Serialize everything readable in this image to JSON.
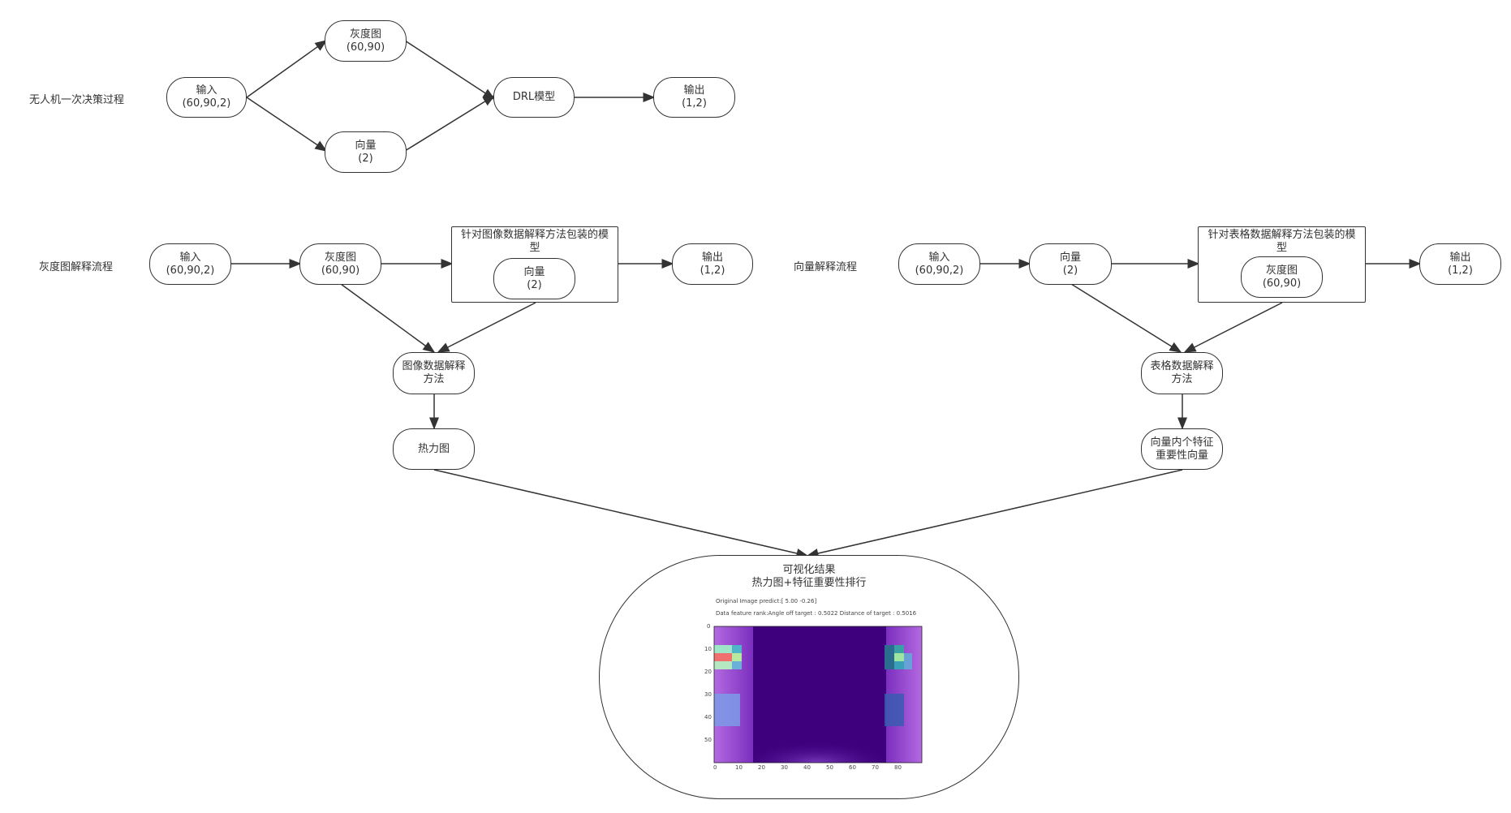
{
  "row1": {
    "label": "无人机一次决策过程",
    "input": {
      "line1": "输入",
      "line2": "(60,90,2)"
    },
    "gray": {
      "line1": "灰度图",
      "line2": "(60,90)"
    },
    "vector": {
      "line1": "向量",
      "line2": "(2)"
    },
    "model": "DRL模型",
    "output": {
      "line1": "输出",
      "line2": "(1,2)"
    }
  },
  "row2_left": {
    "label": "灰度图解释流程",
    "input": {
      "line1": "输入",
      "line2": "(60,90,2)"
    },
    "gray": {
      "line1": "灰度图",
      "line2": "(60,90)"
    },
    "wrapper": {
      "line1": "针对图像数据解释方法包装的模",
      "line2": "型"
    },
    "inner": {
      "line1": "向量",
      "line2": "(2)"
    },
    "output": {
      "line1": "输出",
      "line2": "(1,2)"
    },
    "method": {
      "line1": "图像数据解释",
      "line2": "方法"
    },
    "result": "热力图"
  },
  "row2_right": {
    "label": "向量解释流程",
    "input": {
      "line1": "输入",
      "line2": "(60,90,2)"
    },
    "vector": {
      "line1": "向量",
      "line2": "(2)"
    },
    "wrapper": {
      "line1": "针对表格数据解释方法包装的模",
      "line2": "型"
    },
    "inner": {
      "line1": "灰度图",
      "line2": "(60,90)"
    },
    "output": {
      "line1": "输出",
      "line2": "(1,2)"
    },
    "method": {
      "line1": "表格数据解释",
      "line2": "方法"
    },
    "result": {
      "line1": "向量内个特征",
      "line2": "重要性向量"
    }
  },
  "final": {
    "line1": "可视化结果",
    "line2": "热力图+特征重要性排行",
    "plot_text1": "Original Image predict:[ 5.00 -0.26]",
    "plot_text2": "Data feature rank:Angle off target : 0.5022 Distance of target : 0.5016",
    "y_ticks": [
      "0",
      "10",
      "20",
      "30",
      "40",
      "50"
    ],
    "x_ticks": [
      "0",
      "10",
      "20",
      "30",
      "40",
      "50",
      "60",
      "70",
      "80"
    ]
  },
  "colors": {
    "stroke": "#333333",
    "heat_bg": "#3f007d",
    "heat_edge": "#9b59d6"
  }
}
